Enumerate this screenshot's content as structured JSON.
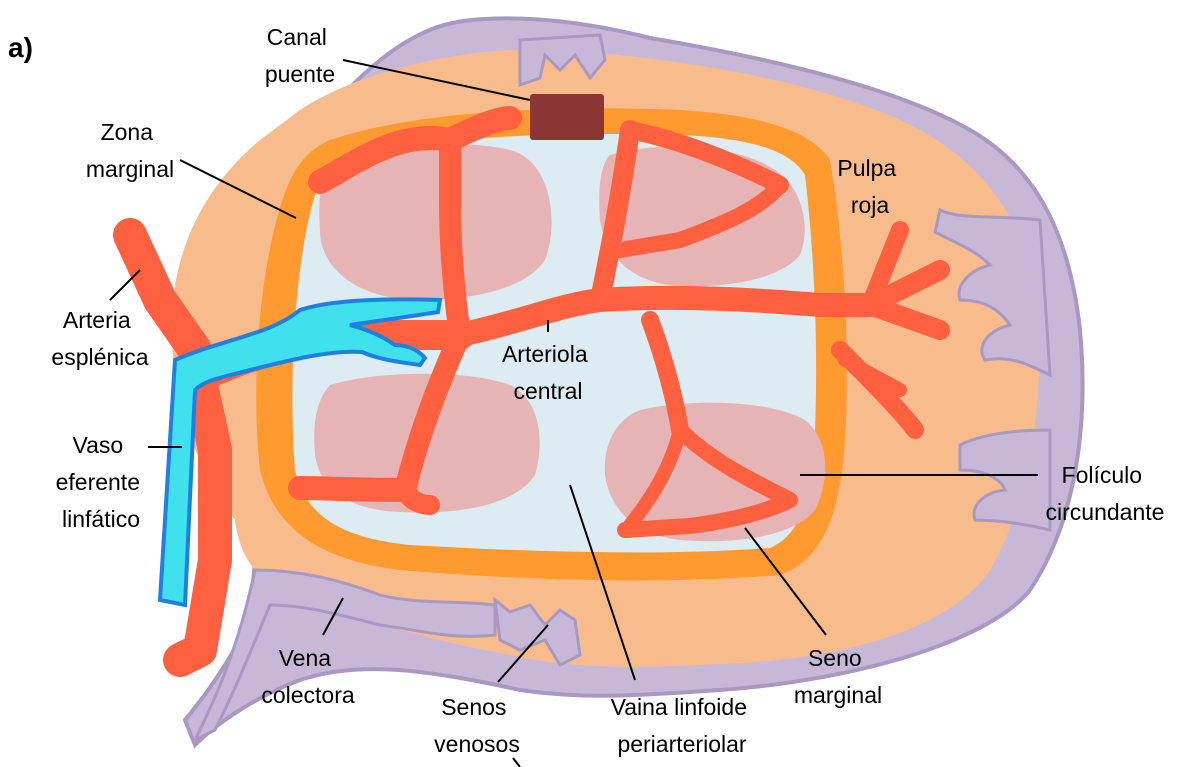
{
  "panel_label": "a)",
  "colors": {
    "capsule": "#c8b8d8",
    "capsule_stroke": "#a898c2",
    "red_pulp": "#f8bc8c",
    "marginal_zone": "#ff9a30",
    "pals": "#dcecf2",
    "follicle": "#e6b4b4",
    "artery": "#ff6040",
    "lymph_vessel": "#40e0ec",
    "lymph_outline": "#2080e0",
    "bridge": "#8b3535"
  },
  "labels": {
    "bridge_channel": [
      "Canal",
      "puente"
    ],
    "marginal_zone": [
      "Zona",
      "marginal"
    ],
    "red_pulp": [
      "Pulpa",
      "roja"
    ],
    "splenic_artery": [
      "Arteria",
      "esplénica"
    ],
    "central_arteriole": [
      "Arteriola",
      "central"
    ],
    "efferent_lymph": [
      "Vaso",
      "eferente",
      "linfático"
    ],
    "follicle": [
      "Folículo",
      "circundante"
    ],
    "collecting_vein": [
      "Vena",
      "colectora"
    ],
    "venous_sinuses": [
      "Senos",
      "venosos"
    ],
    "pals": [
      "Vaina linfoide",
      "periarteriolar"
    ],
    "marginal_sinus": [
      "Seno",
      "marginal"
    ]
  }
}
